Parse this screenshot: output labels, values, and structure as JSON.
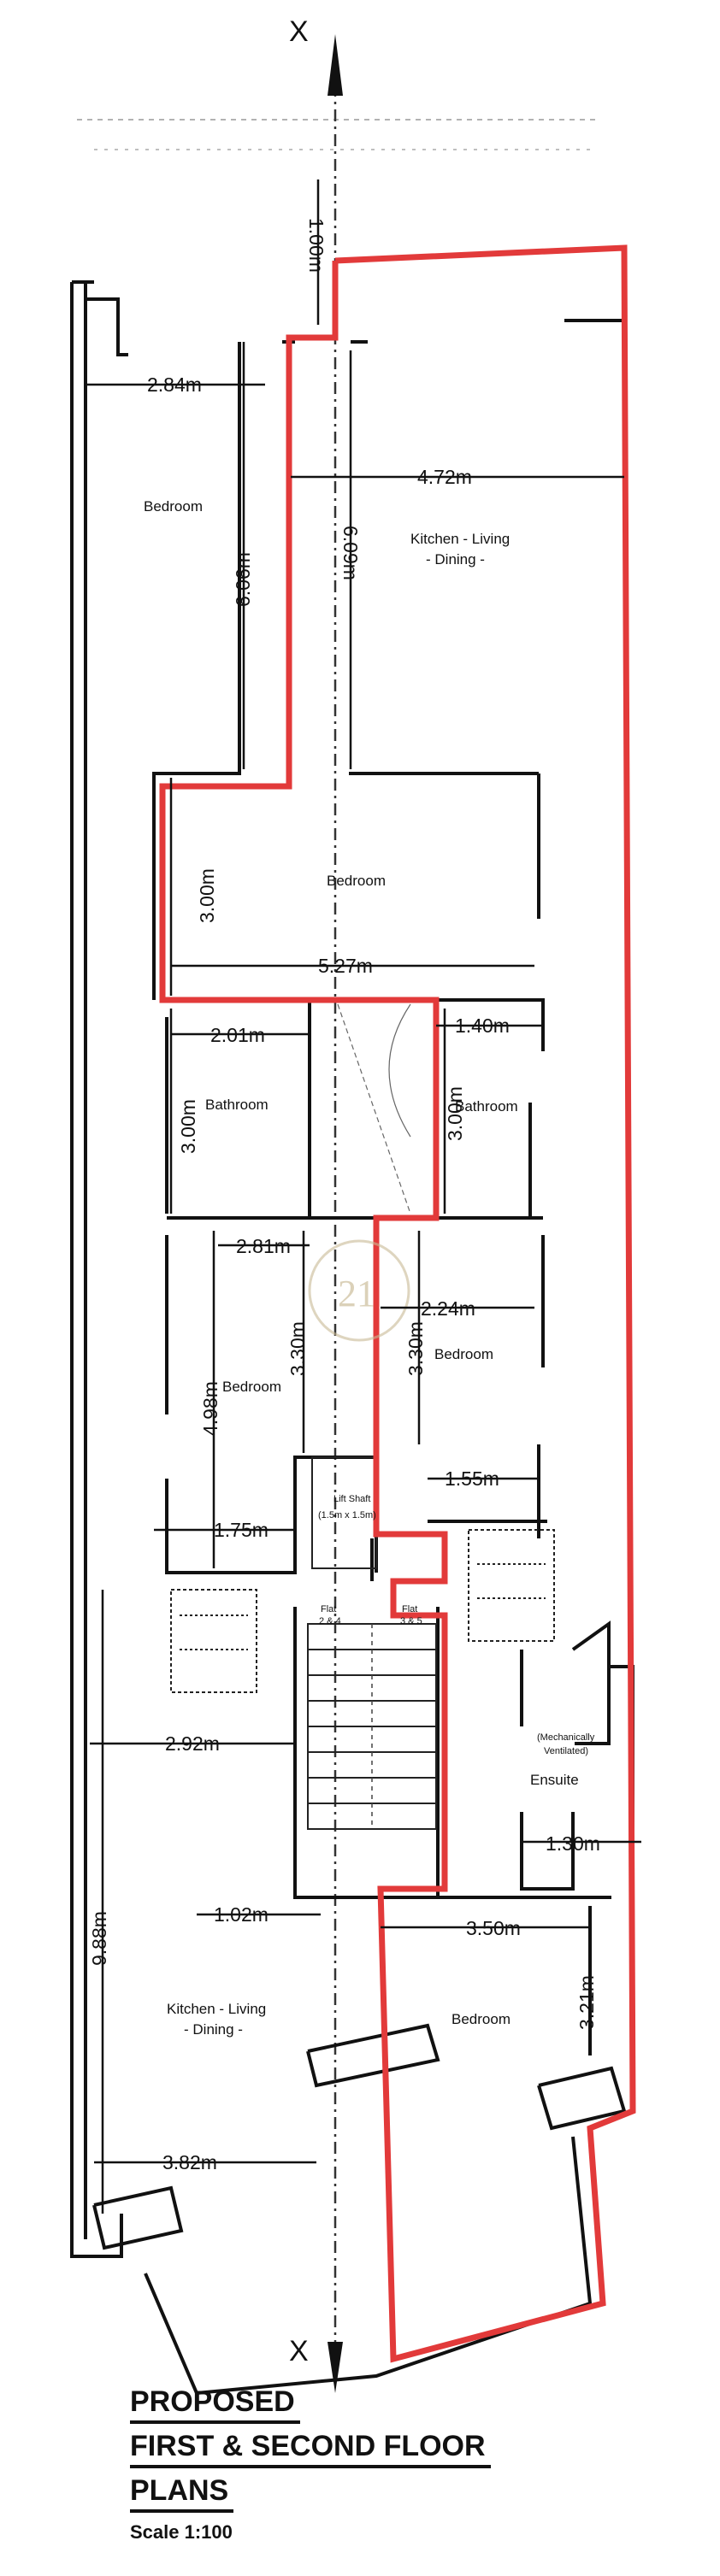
{
  "axis": {
    "top": "X",
    "bottom": "X"
  },
  "dimensions": {
    "d_1_00": "1.00m",
    "d_2_84": "2.84m",
    "d_4_72": "4.72m",
    "d_6_06": "6.06m",
    "d_6_09": "6.09m",
    "d_3_00_a": "3.00m",
    "d_5_27": "5.27m",
    "d_2_01": "2.01m",
    "d_1_40": "1.40m",
    "d_3_00_b": "3.00m",
    "d_3_00_c": "3.00m",
    "d_2_81": "2.81m",
    "d_2_24": "2.24m",
    "d_3_30_a": "3.30m",
    "d_3_30_b": "3.30m",
    "d_4_98": "4.98m",
    "d_1_75": "1.75m",
    "d_1_55": "1.55m",
    "d_2_92": "2.92m",
    "d_9_88": "9.88m",
    "d_1_02": "1.02m",
    "d_3_50": "3.50m",
    "d_1_30": "1.30m",
    "d_3_21": "3.21m",
    "d_3_82": "3.82m"
  },
  "rooms": {
    "bedroom_top_left": "Bedroom",
    "kitchen_top_1": "Kitchen - Living",
    "kitchen_top_2": "- Dining -",
    "bedroom_mid": "Bedroom",
    "bathroom_left": "Bathroom",
    "bathroom_right": "Bathroom",
    "bedroom_left_lower": "Bedroom",
    "bedroom_right_lower": "Bedroom",
    "lift_1": "Lift Shaft",
    "lift_2": "(1.5m x 1.5m)",
    "flat_left_1": "Flat",
    "flat_left_2": "2 & 4",
    "flat_right_1": "Flat",
    "flat_right_2": "3 & 5",
    "vent_1": "(Mechanically",
    "vent_2": "Ventilated)",
    "ensuite": "Ensuite",
    "kitchen_bottom_1": "Kitchen - Living",
    "kitchen_bottom_2": "- Dining -",
    "bedroom_bottom_right": "Bedroom"
  },
  "watermark": "21",
  "title_block": {
    "line1": "PROPOSED",
    "line2": "FIRST & SECOND FLOOR",
    "line3": "PLANS",
    "scale": "Scale 1:100"
  }
}
